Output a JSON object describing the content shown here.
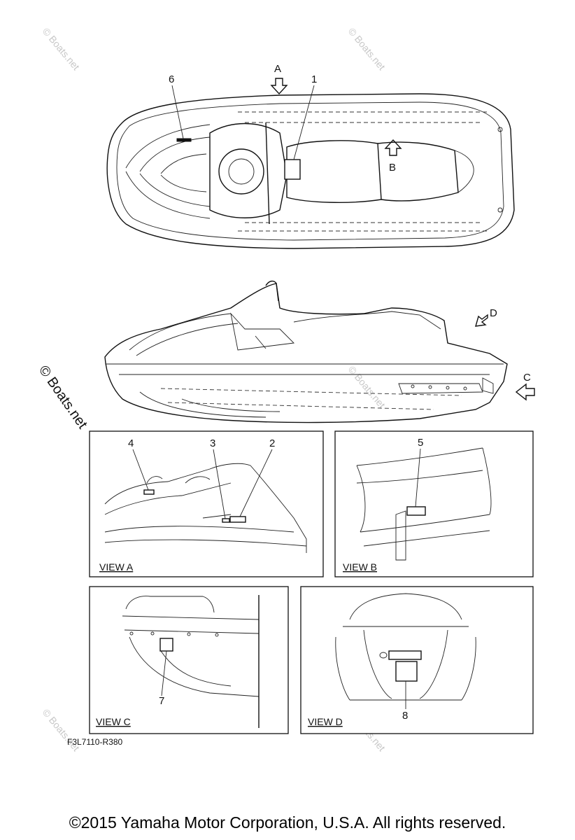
{
  "figure_code": "F3L7110-R380",
  "copyright": "©2015 Yamaha Motor Corporation, U.S.A. All rights reserved.",
  "watermark": "© Boats.net",
  "arrow_labels": {
    "a": "A",
    "b": "B",
    "c": "C",
    "d": "D"
  },
  "callouts": [
    "1",
    "2",
    "3",
    "4",
    "5",
    "6",
    "7",
    "8"
  ],
  "views": {
    "a": {
      "label": "VIEW A"
    },
    "b": {
      "label": "VIEW B"
    },
    "c": {
      "label": "VIEW C"
    },
    "d": {
      "label": "VIEW D"
    }
  }
}
